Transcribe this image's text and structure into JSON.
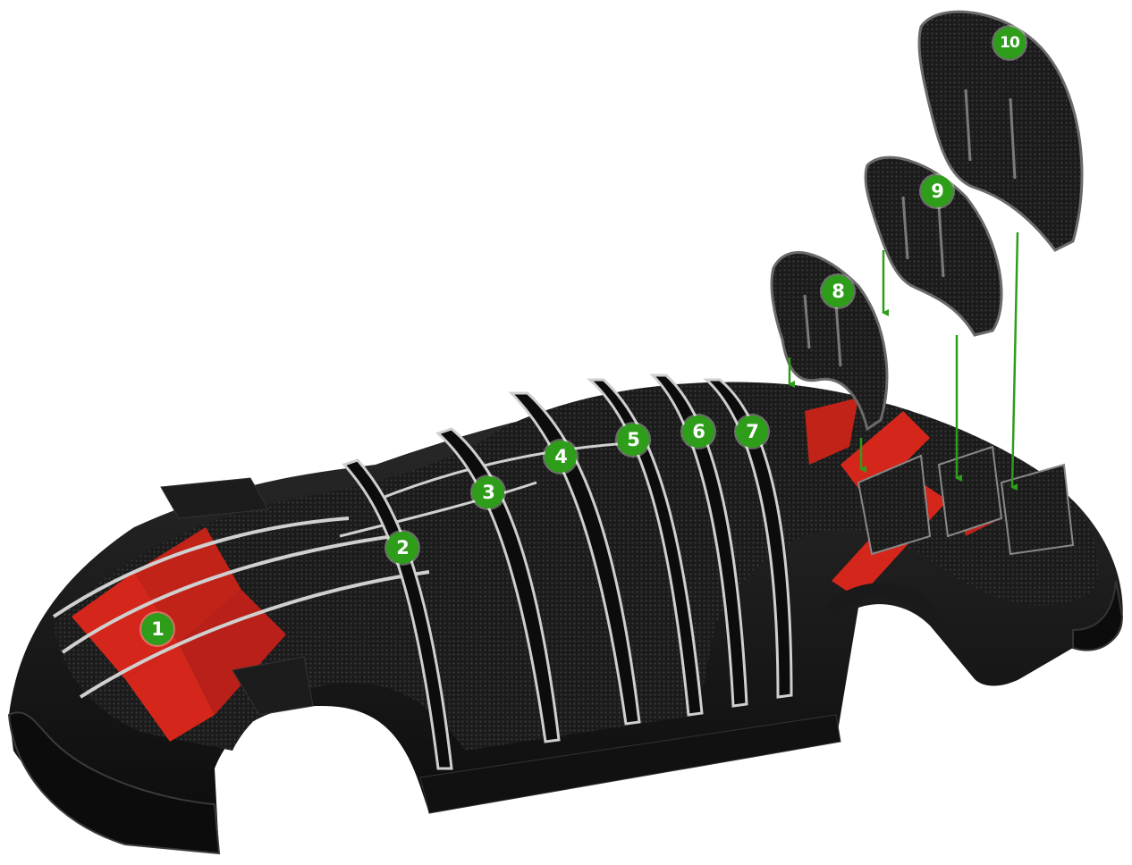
{
  "colors": {
    "shell": "#141414",
    "shell_dark": "#0a0a0a",
    "mesh": "#1e1e1e",
    "rib": "#d8d8d8",
    "accent_red": "#d4261a",
    "marker_green": "#2e9e1a",
    "marker_text": "#ffffff",
    "background": "#ffffff"
  },
  "markers": [
    {
      "label": "1"
    },
    {
      "label": "2"
    },
    {
      "label": "3"
    },
    {
      "label": "4"
    },
    {
      "label": "5"
    },
    {
      "label": "6"
    },
    {
      "label": "7"
    },
    {
      "label": "8"
    },
    {
      "label": "9"
    },
    {
      "label": "10"
    }
  ]
}
